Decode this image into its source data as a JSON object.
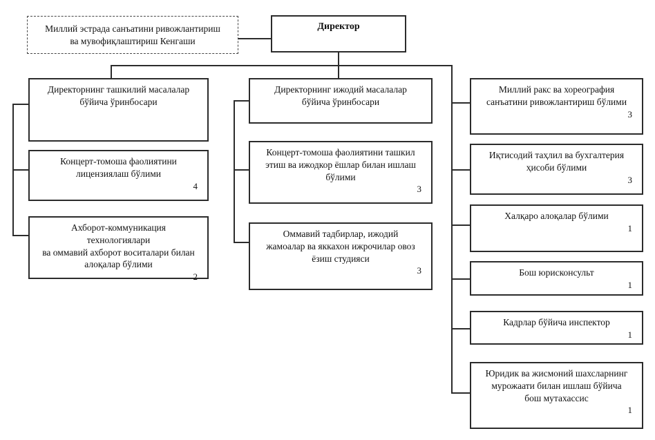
{
  "org": {
    "council": {
      "label": "Миллий эстрада санъатини ривожлантириш\nва мувофиқлаштириш Кенгаши"
    },
    "director": {
      "label": "Директор"
    },
    "deputy_org": {
      "label": "Директорнинг ташкилий масалалар\nбўйича ўринбосари",
      "units": [
        {
          "label": "Концерт-томоша фаолиятини\nлицензиялаш бўлими",
          "count": "4"
        },
        {
          "label": "Ахборот-коммуникация\nтехнологиялари\nва оммавий ахборот воситалари билан\nалоқалар бўлими",
          "count": "2"
        }
      ]
    },
    "deputy_creative": {
      "label": "Директорнинг ижодий масалалар\nбўйича ўринбосари",
      "units": [
        {
          "label": "Концерт-томоша фаолиятини ташкил\nэтиш ва ижодкор ёшлар билан ишлаш\nбўлими",
          "count": "3"
        },
        {
          "label": "Оммавий тадбирлар, ижодий\nжамоалар ва яккахон ижрочилар овоз\nёзиш студияси",
          "count": "3"
        }
      ]
    },
    "director_units": [
      {
        "label": "Миллий ракс ва хореография\nсанъатини ривожлантириш бўлими",
        "count": "3"
      },
      {
        "label": "Иқтисодий таҳлил ва бухгалтерия\nҳисоби бўлими",
        "count": "3"
      },
      {
        "label": "Халқаро алоқалар бўлими",
        "count": "1"
      },
      {
        "label": "Бош юрисконсульт",
        "count": "1"
      },
      {
        "label": "Кадрлар бўйича инспектор",
        "count": "1"
      },
      {
        "label": "Юридик ва жисмоний шахсларнинг\nмурожаати билан ишлаш бўйича\nбош мутахассис",
        "count": "1"
      }
    ]
  }
}
